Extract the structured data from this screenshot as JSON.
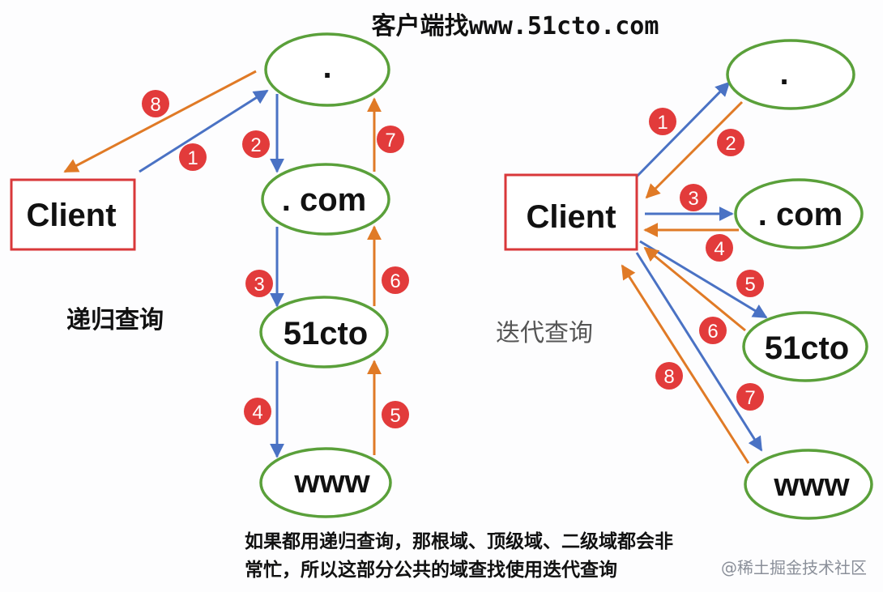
{
  "title": "客户端找www.51cto.com",
  "recursive": {
    "label": "递归查询",
    "client": "Client",
    "nodes": [
      ".",
      ". com",
      "51cto",
      "www"
    ]
  },
  "iterative": {
    "label": "迭代查询",
    "client": "Client",
    "nodes": [
      ".",
      ". com",
      "51cto",
      "www"
    ]
  },
  "steps": [
    "1",
    "2",
    "3",
    "4",
    "5",
    "6",
    "7",
    "8"
  ],
  "note": {
    "line1": "如果都用递归查询，那根域、顶级域、二级域都会非",
    "line2": "常忙，所以这部分公共的域查找使用迭代查询"
  },
  "watermark": "@稀土掘金技术社区",
  "colors": {
    "query_arrow": "#4a72c4",
    "response_arrow": "#e07a26",
    "node_border": "#5aa03a",
    "client_border": "#d9383a",
    "badge_fill": "#e23b3b"
  }
}
